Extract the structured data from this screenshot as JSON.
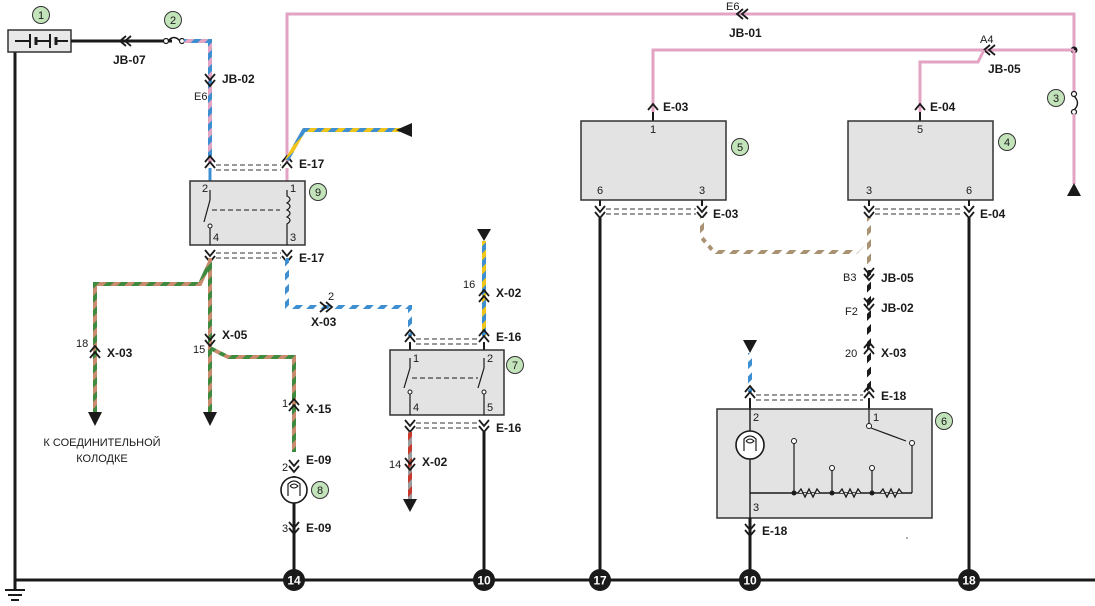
{
  "colors": {
    "ground": "#1a1a1a",
    "pink": "#e3a3c3",
    "blue": "#3d8fd1",
    "green": "#3e8a3e",
    "red": "#c83a2e",
    "yellow": "#f0c419",
    "tan": "#a89272",
    "badge_fill": "#c3e3bb",
    "box_fill": "#e3e3e3"
  },
  "components": [
    "1",
    "2",
    "3",
    "4",
    "5",
    "6",
    "7",
    "8",
    "9"
  ],
  "ground_points": [
    "14",
    "10",
    "17",
    "10",
    "18"
  ],
  "connectors": {
    "jb07": "JB-07",
    "e6_top": "E6",
    "jb01": "JB-01",
    "e6_left": "E6",
    "jb02": "JB-02",
    "a4": "A4",
    "jb05_top": "JB-05",
    "e03_top": "E-03",
    "e04_top": "E-04",
    "e17_top": "E-17",
    "e17_bot": "E-17",
    "pin_2_x03": "2",
    "x03_mid": "X-03",
    "pin_18": "18",
    "x03_left": "X-03",
    "pin_15": "15",
    "x05": "X-05",
    "pin_1_x15": "1",
    "x15": "X-15",
    "pin_2_e09": "2",
    "e09_top": "E-09",
    "pin_3_e09": "3",
    "e09_bot": "E-09",
    "pin_16": "16",
    "x02_top": "X-02",
    "e16_top": "E-16",
    "e16_bot": "E-16",
    "pin_14": "14",
    "x02_bot": "X-02",
    "e03_bot": "E-03",
    "e04_bot": "E-04",
    "b3": "B3",
    "jb05_mid": "JB-05",
    "f2": "F2",
    "jb02_mid": "JB-02",
    "pin_20": "20",
    "x03_right": "X-03",
    "e18_top": "E-18",
    "e18_bot": "E-18"
  },
  "pins": {
    "c9_2": "2",
    "c9_1": "1",
    "c9_4": "4",
    "c9_3": "3",
    "c7_1": "1",
    "c7_2": "2",
    "c7_4": "4",
    "c7_5": "5",
    "c5_1": "1",
    "c5_6": "6",
    "c5_3": "3",
    "c4_5": "5",
    "c4_3": "3",
    "c4_6": "6",
    "c6_2": "2",
    "c6_1": "1",
    "c6_3": "3"
  },
  "captions": {
    "line1": "К СОЕДИНИТЕЛЬНОЙ",
    "line2": "КОЛОДКЕ"
  }
}
